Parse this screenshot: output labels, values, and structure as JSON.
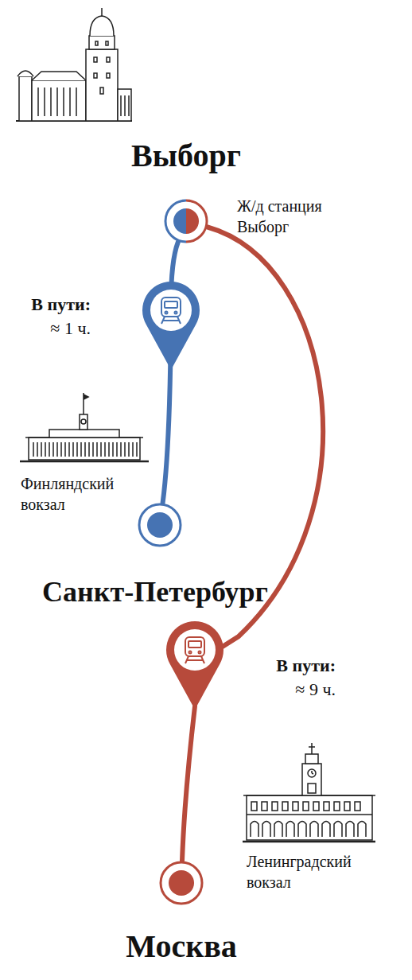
{
  "diagram": {
    "nodes": [
      {
        "text": [
          "Выборг",
          "Ж/д станция Выборг"
        ]
      },
      {
        "text": [
          "Финляндский вокзал",
          "Санкт-Петербург"
        ]
      },
      {
        "text": [
          "Ленинградский вокзал",
          "Москва"
        ]
      }
    ],
    "edges": [
      {
        "from": 0,
        "to": 1,
        "label": "В пути: ≈ 1 ч.",
        "arrow": "none"
      },
      {
        "from": 0,
        "to": 2,
        "label": "В пути: ≈ 9 ч.",
        "arrow": "none"
      }
    ]
  }
}
